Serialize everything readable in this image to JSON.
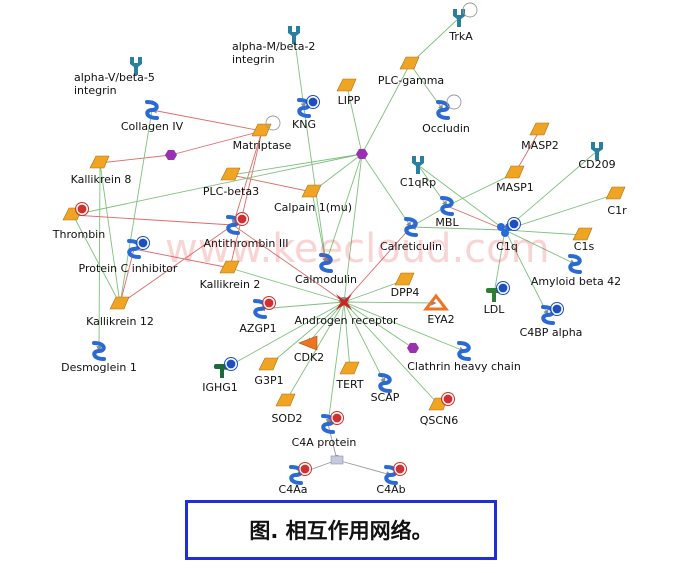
{
  "watermark": "www.keecloud.com",
  "caption": "图. 相互作用网络。",
  "colors": {
    "activation_edge": "#7ec07e",
    "inhibition_edge": "#e06a6a",
    "neutral_edge": "#9a9a9a",
    "enzyme": "#f0a424",
    "receptor": "#2a7f9e",
    "protein": "#2a6ad4",
    "complex": "#9a2fb0",
    "hub": "#c62828",
    "gene_badge": "#d32f2f",
    "blue_badge": "#1e4fbf",
    "caption_border": "#1f2fd6"
  },
  "nodes": [
    {
      "id": "trka",
      "label": "TrkA",
      "icon": "receptor-icon"
    },
    {
      "id": "plcg",
      "label": "PLC-gamma",
      "icon": "enzyme-icon"
    },
    {
      "id": "am2",
      "label": "alpha-M/beta-2\nintegrin",
      "icon": "receptor-icon"
    },
    {
      "id": "av5",
      "label": "alpha-V/beta-5\nintegrin",
      "icon": "receptor-icon"
    },
    {
      "id": "lipp",
      "label": "LIPP",
      "icon": "enzyme-icon"
    },
    {
      "id": "kng",
      "label": "KNG",
      "icon": "protein-icon"
    },
    {
      "id": "occl",
      "label": "Occludin",
      "icon": "protein-icon"
    },
    {
      "id": "col4",
      "label": "Collagen IV",
      "icon": "protein-icon"
    },
    {
      "id": "matr",
      "label": "Matriptase",
      "icon": "enzyme-icon"
    },
    {
      "id": "c1",
      "label": "",
      "icon": "complex-icon"
    },
    {
      "id": "c2",
      "label": "",
      "icon": "complex-icon"
    },
    {
      "id": "masp2",
      "label": "MASP2",
      "icon": "enzyme-icon"
    },
    {
      "id": "cd209",
      "label": "CD209",
      "icon": "receptor-icon"
    },
    {
      "id": "kal8",
      "label": "Kallikrein 8",
      "icon": "enzyme-icon"
    },
    {
      "id": "c1qrp",
      "label": "C1qRp",
      "icon": "receptor-icon"
    },
    {
      "id": "masp1",
      "label": "MASP1",
      "icon": "enzyme-icon"
    },
    {
      "id": "plcb3",
      "label": "PLC-beta3",
      "icon": "enzyme-icon"
    },
    {
      "id": "calp",
      "label": "Calpain 1(mu)",
      "icon": "enzyme-icon"
    },
    {
      "id": "mbl",
      "label": "MBL",
      "icon": "protein-icon"
    },
    {
      "id": "c1r",
      "label": "C1r",
      "icon": "enzyme-icon"
    },
    {
      "id": "thr",
      "label": "Thrombin",
      "icon": "enzyme-icon"
    },
    {
      "id": "c1q",
      "label": "C1q",
      "icon": "complex-icon"
    },
    {
      "id": "at3",
      "label": "Antithrombin III",
      "icon": "protein-icon"
    },
    {
      "id": "calr",
      "label": "Calreticulin",
      "icon": "protein-icon"
    },
    {
      "id": "c1s",
      "label": "C1s",
      "icon": "enzyme-icon"
    },
    {
      "id": "pci",
      "label": "Protein C inhibitor",
      "icon": "protein-icon"
    },
    {
      "id": "calm",
      "label": "Calmodulin",
      "icon": "protein-icon"
    },
    {
      "id": "ab42",
      "label": "Amyloid beta 42",
      "icon": "protein-icon"
    },
    {
      "id": "kal2",
      "label": "Kallikrein 2",
      "icon": "enzyme-icon"
    },
    {
      "id": "dpp4",
      "label": "DPP4",
      "icon": "enzyme-icon"
    },
    {
      "id": "ldl",
      "label": "LDL",
      "icon": "lipoprotein-icon"
    },
    {
      "id": "azgp1",
      "label": "AZGP1",
      "icon": "protein-icon"
    },
    {
      "id": "eya2",
      "label": "EYA2",
      "icon": "phosphatase-icon"
    },
    {
      "id": "kal12",
      "label": "Kallikrein 12",
      "icon": "enzyme-icon"
    },
    {
      "id": "ar",
      "label": "Androgen receptor",
      "icon": "transcription-factor-icon"
    },
    {
      "id": "c4bp",
      "label": "C4BP alpha",
      "icon": "protein-icon"
    },
    {
      "id": "cdk2",
      "label": "CDK2",
      "icon": "kinase-icon"
    },
    {
      "id": "c3",
      "label": "",
      "icon": "complex-icon"
    },
    {
      "id": "dsg1",
      "label": "Desmoglein 1",
      "icon": "protein-icon"
    },
    {
      "id": "chc",
      "label": "Clathrin heavy chain",
      "icon": "protein-icon"
    },
    {
      "id": "ighg1",
      "label": "IGHG1",
      "icon": "antibody-icon"
    },
    {
      "id": "g3p1",
      "label": "G3P1",
      "icon": "enzyme-icon"
    },
    {
      "id": "tert",
      "label": "TERT",
      "icon": "enzyme-icon"
    },
    {
      "id": "scap",
      "label": "SCAP",
      "icon": "protein-icon"
    },
    {
      "id": "sod2",
      "label": "SOD2",
      "icon": "enzyme-icon"
    },
    {
      "id": "qscn6",
      "label": "QSCN6",
      "icon": "enzyme-icon"
    },
    {
      "id": "c4a",
      "label": "C4A protein",
      "icon": "protein-icon"
    },
    {
      "id": "sq",
      "label": "",
      "icon": "group-icon"
    },
    {
      "id": "c4aa",
      "label": "C4Aa",
      "icon": "protein-icon"
    },
    {
      "id": "c4ab",
      "label": "C4Ab",
      "icon": "protein-icon"
    }
  ],
  "edges": [
    {
      "from": "trka",
      "to": "plcg",
      "kind": "activation"
    },
    {
      "from": "plcg",
      "to": "occl",
      "kind": "activation"
    },
    {
      "from": "plcg",
      "to": "c1",
      "kind": "activation"
    },
    {
      "from": "am2",
      "to": "kng",
      "kind": "activation"
    },
    {
      "from": "lipp",
      "to": "c1",
      "kind": "activation"
    },
    {
      "from": "kng",
      "to": "calm",
      "kind": "activation"
    },
    {
      "from": "matr",
      "to": "col4",
      "kind": "inhibition"
    },
    {
      "from": "matr",
      "to": "c2",
      "kind": "inhibition"
    },
    {
      "from": "matr",
      "to": "kal2",
      "kind": "inhibition"
    },
    {
      "from": "matr",
      "to": "at3",
      "kind": "inhibition"
    },
    {
      "from": "c2",
      "to": "kal8",
      "kind": "inhibition"
    },
    {
      "from": "col4",
      "to": "kal12",
      "kind": "activation"
    },
    {
      "from": "kal8",
      "to": "kal12",
      "kind": "activation"
    },
    {
      "from": "kal8",
      "to": "dsg1",
      "kind": "activation"
    },
    {
      "from": "c1",
      "to": "calp",
      "kind": "activation"
    },
    {
      "from": "c1",
      "to": "plcb3",
      "kind": "activation"
    },
    {
      "from": "c1",
      "to": "calr",
      "kind": "activation"
    },
    {
      "from": "c1",
      "to": "calm",
      "kind": "activation"
    },
    {
      "from": "c1",
      "to": "ar",
      "kind": "activation"
    },
    {
      "from": "calp",
      "to": "calm",
      "kind": "activation"
    },
    {
      "from": "calp",
      "to": "plcb3",
      "kind": "inhibition"
    },
    {
      "from": "thr",
      "to": "kal12",
      "kind": "activation"
    },
    {
      "from": "thr",
      "to": "c1",
      "kind": "activation"
    },
    {
      "from": "pci",
      "to": "kal12",
      "kind": "inhibition"
    },
    {
      "from": "pci",
      "to": "kal2",
      "kind": "inhibition"
    },
    {
      "from": "at3",
      "to": "thr",
      "kind": "inhibition"
    },
    {
      "from": "at3",
      "to": "kal12",
      "kind": "inhibition"
    },
    {
      "from": "at3",
      "to": "ar",
      "kind": "inhibition"
    },
    {
      "from": "kal2",
      "to": "ar",
      "kind": "activation"
    },
    {
      "from": "c1qrp",
      "to": "mbl",
      "kind": "activation"
    },
    {
      "from": "c1qrp",
      "to": "c1q",
      "kind": "activation"
    },
    {
      "from": "mbl",
      "to": "calr",
      "kind": "activation"
    },
    {
      "from": "mbl",
      "to": "masp1",
      "kind": "activation"
    },
    {
      "from": "mbl",
      "to": "c1q",
      "kind": "inhibition"
    },
    {
      "from": "masp2",
      "to": "masp1",
      "kind": "inhibition"
    },
    {
      "from": "cd209",
      "to": "c1q",
      "kind": "activation"
    },
    {
      "from": "c1q",
      "to": "c1r",
      "kind": "activation"
    },
    {
      "from": "c1q",
      "to": "c1s",
      "kind": "activation"
    },
    {
      "from": "c1q",
      "to": "ab42",
      "kind": "activation"
    },
    {
      "from": "c1q",
      "to": "ldl",
      "kind": "activation"
    },
    {
      "from": "c1q",
      "to": "c4bp",
      "kind": "activation"
    },
    {
      "from": "c1q",
      "to": "calr",
      "kind": "activation"
    },
    {
      "from": "calr",
      "to": "ar",
      "kind": "inhibition"
    },
    {
      "from": "dpp4",
      "to": "ar",
      "kind": "activation"
    },
    {
      "from": "ar",
      "to": "azgp1",
      "kind": "activation"
    },
    {
      "from": "ar",
      "to": "eya2",
      "kind": "activation"
    },
    {
      "from": "ar",
      "to": "cdk2",
      "kind": "activation"
    },
    {
      "from": "ar",
      "to": "c3",
      "kind": "activation"
    },
    {
      "from": "ar",
      "to": "chc",
      "kind": "activation"
    },
    {
      "from": "ar",
      "to": "g3p1",
      "kind": "activation"
    },
    {
      "from": "ar",
      "to": "tert",
      "kind": "activation"
    },
    {
      "from": "ar",
      "to": "scap",
      "kind": "activation"
    },
    {
      "from": "ar",
      "to": "sod2",
      "kind": "activation"
    },
    {
      "from": "ar",
      "to": "qscn6",
      "kind": "activation"
    },
    {
      "from": "ar",
      "to": "c4a",
      "kind": "activation"
    },
    {
      "from": "ar",
      "to": "ighg1",
      "kind": "activation"
    },
    {
      "from": "c4a",
      "to": "sq",
      "kind": "neutral"
    },
    {
      "from": "sq",
      "to": "c4aa",
      "kind": "neutral"
    },
    {
      "from": "sq",
      "to": "c4ab",
      "kind": "neutral"
    }
  ]
}
